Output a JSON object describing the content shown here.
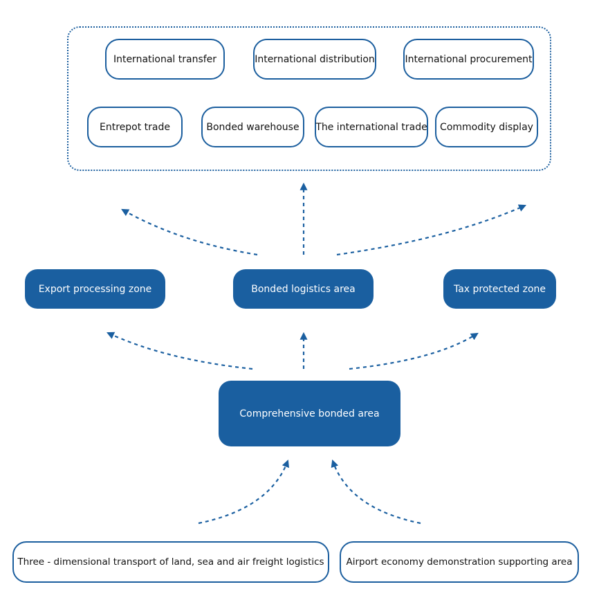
{
  "top_group": {
    "row1": [
      "International transfer",
      "International distribution",
      "International procurement"
    ],
    "row2": [
      "Entrepot trade",
      "Bonded warehouse",
      "The international trade",
      "Commodity display"
    ]
  },
  "middle": {
    "left": "Export processing zone",
    "center": "Bonded logistics area",
    "right": "Tax protected zone"
  },
  "core": "Comprehensive bonded area",
  "bottom": {
    "left": "Three - dimensional transport of land, sea and air freight logistics",
    "right": "Airport economy demonstration supporting area"
  },
  "colors": {
    "accent": "#1a5fa0",
    "border": "#1b5e9e",
    "text": "#111111"
  }
}
